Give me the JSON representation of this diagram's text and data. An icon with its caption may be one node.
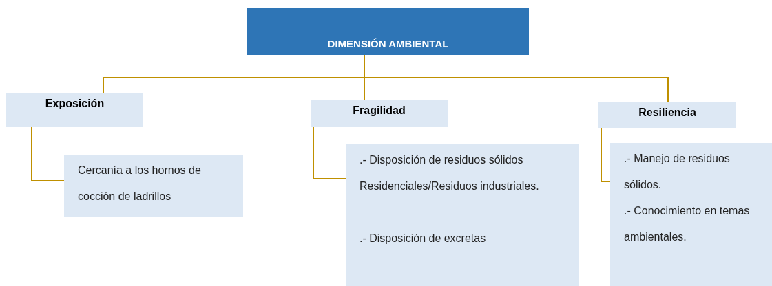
{
  "diagram": {
    "nodes": [
      {
        "text": [
          "DIMENSIÓN AMBIENTAL"
        ]
      },
      {
        "text": [
          "Exposición"
        ]
      },
      {
        "text": [
          "Fragilidad"
        ]
      },
      {
        "text": [
          "Resiliencia"
        ]
      },
      {
        "text": [
          "Cercanía a los hornos de cocción de ladrillos"
        ]
      },
      {
        "text": [
          ".- Disposición de residuos sólidos Residenciales/Residuos industriales.",
          ".- Disposición de excretas"
        ]
      },
      {
        "text": [
          ".- Manejo de residuos sólidos.",
          ".- Conocimiento en temas ambientales."
        ]
      }
    ],
    "edges": [
      {
        "from": 0,
        "to": 1,
        "arrow": "none"
      },
      {
        "from": 0,
        "to": 2,
        "arrow": "none"
      },
      {
        "from": 0,
        "to": 3,
        "arrow": "none"
      },
      {
        "from": 1,
        "to": 4,
        "arrow": "none"
      },
      {
        "from": 2,
        "to": 5,
        "arrow": "none"
      },
      {
        "from": 3,
        "to": 6,
        "arrow": "none"
      }
    ]
  }
}
